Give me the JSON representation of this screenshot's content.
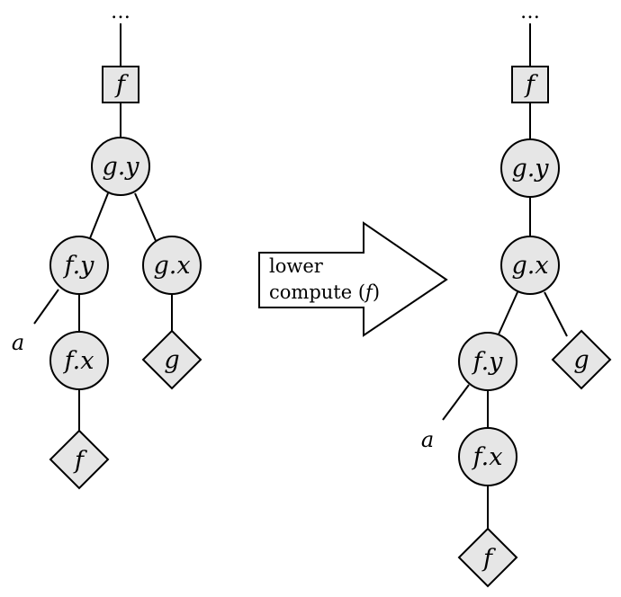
{
  "ellipsis": "…",
  "left_tree": {
    "root_box": "f",
    "nodes": {
      "gy": "g.y",
      "fy": "f.y",
      "gx": "g.x",
      "fx": "f.x",
      "f_leaf": "f",
      "g_leaf": "g"
    },
    "free_label": "a"
  },
  "arrow": {
    "line1": "lower",
    "line2_prefix": "compute (",
    "line2_arg": "f",
    "line2_suffix": ")"
  },
  "right_tree": {
    "root_box": "f",
    "nodes": {
      "gy": "g.y",
      "gx": "g.x",
      "fy": "f.y",
      "fx": "f.x",
      "f_leaf": "f",
      "g_leaf": "g"
    },
    "free_label": "a"
  },
  "colors": {
    "node_fill": "#e6e6e6",
    "stroke": "#000000",
    "background": "#ffffff"
  }
}
